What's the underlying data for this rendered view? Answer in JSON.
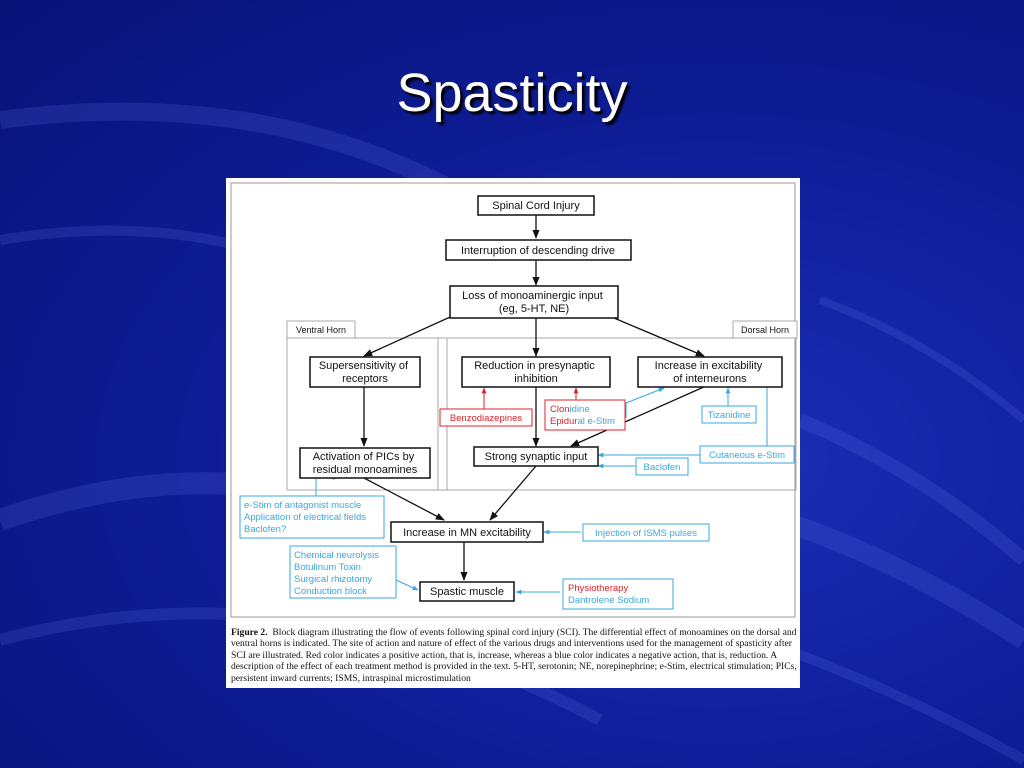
{
  "slide": {
    "title": "Spasticity"
  },
  "colors": {
    "background": "#0f1e9a",
    "black_box": "#111111",
    "increase_red": "#e0202a",
    "decrease_blue": "#3aa7dd",
    "region_border": "#aaaaaa"
  },
  "diagram": {
    "regions": {
      "ventral": "Ventral Horn",
      "dorsal": "Dorsal Horn"
    },
    "nodes": {
      "sci": [
        "Spinal Cord Injury"
      ],
      "interruption": [
        "Interruption of descending drive"
      ],
      "loss": [
        "Loss of monoaminergic input",
        "(eg, 5-HT, NE)"
      ],
      "supersens": [
        "Supersensitivity of",
        "receptors"
      ],
      "reduction": [
        "Reduction in presynaptic",
        "inhibition"
      ],
      "increase_excit": [
        "Increase in excitability",
        "of interneurons"
      ],
      "pics": [
        "Activation of PICs by",
        "residual monoamines"
      ],
      "synaptic": [
        "Strong synaptic input"
      ],
      "mn": [
        "Increase in MN excitability"
      ],
      "spastic": [
        "Spastic muscle"
      ]
    },
    "interventions": {
      "benzo": [
        "Benzodiazepines"
      ],
      "clonidine": [
        "Clonidine",
        "Epidural e-Stim"
      ],
      "tizanidine": [
        "Tizanidine"
      ],
      "cutaneous": [
        "Cutaneous e-Stim"
      ],
      "baclofen": [
        "Baclofen"
      ],
      "estim": [
        "e-Stim of antagonist muscle",
        "Application of electrical fields",
        "Baclofen?"
      ],
      "isms": [
        "Injection of ISMS pulses"
      ],
      "chem": [
        "Chemical neurolysis",
        "Botulinum Toxin",
        "Surgical rhizotomy",
        "Conduction block"
      ],
      "physio": [
        "Physiotherapy",
        "Dantrolene Sodium"
      ]
    }
  },
  "caption": {
    "label": "Figure 2.",
    "text": "Block diagram illustrating the flow of events following spinal cord injury (SCI). The differential effect of monoamines on the dorsal and ventral horns is indicated. The site of action and nature of effect of the various drugs and interventions used for the management of spasticity after SCI are illustrated. Red color indicates a positive action, that is, increase, whereas a blue color indicates a negative action, that is, reduction. A description of the effect of each treatment method is provided in the text. 5-HT, serotonin; NE, norepinephrine; e-Stim, electrical stimulation; PICs, persistent inward currents; ISMS, intraspinal microstimulation"
  }
}
